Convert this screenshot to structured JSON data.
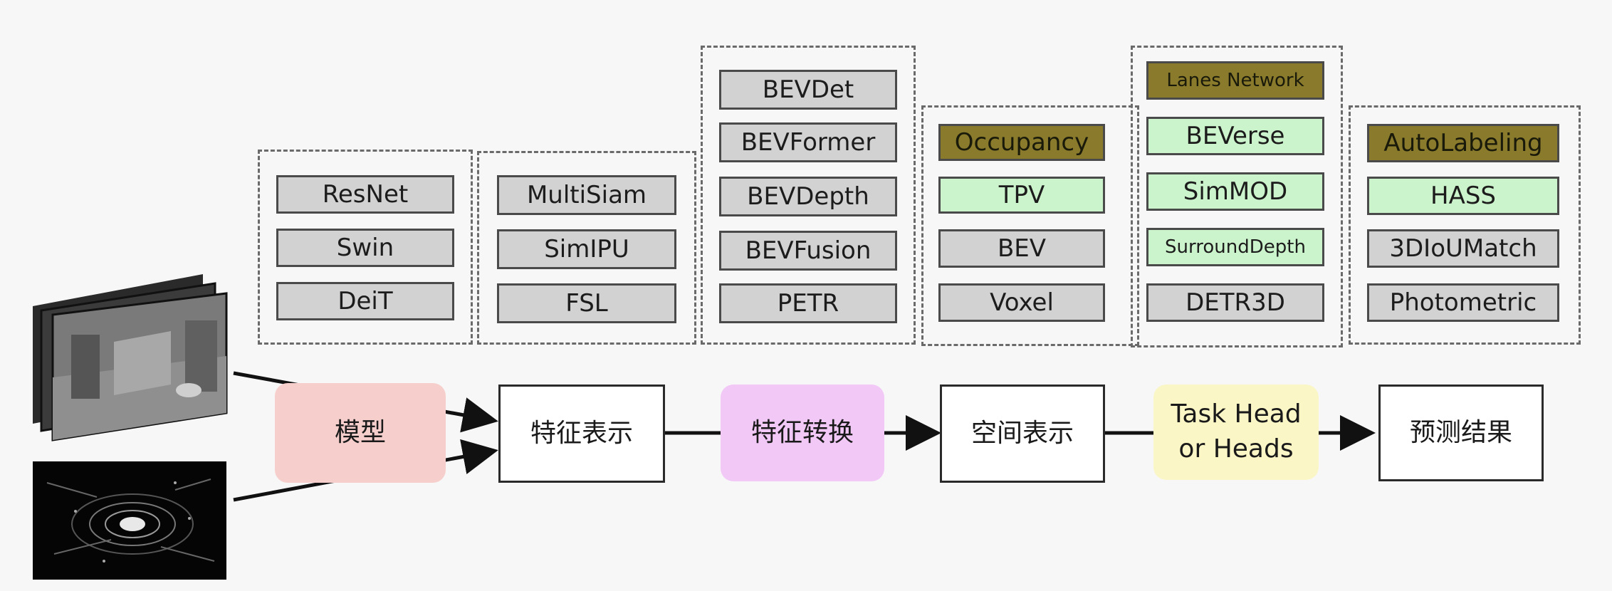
{
  "groups": {
    "backbone": [
      "ResNet",
      "Swin",
      "DeiT"
    ],
    "pretrain": [
      "MultiSiam",
      "SimIPU",
      "FSL"
    ],
    "bev": [
      "BEVDet",
      "BEVFormer",
      "BEVDepth",
      "BEVFusion",
      "PETR"
    ],
    "representation": [
      "Occupancy",
      "TPV",
      "BEV",
      "Voxel"
    ],
    "heads": [
      "Lanes Network",
      "BEVerse",
      "SimMOD",
      "SurroundDepth",
      "DETR3D"
    ],
    "labeling": [
      "AutoLabeling",
      "HASS",
      "3DIoUMatch",
      "Photometric"
    ]
  },
  "pipeline": {
    "model": "模型",
    "feature_repr": "特征表示",
    "feature_transform": "特征转换",
    "spatial_repr": "空间表示",
    "task_head_line1": "Task Head",
    "task_head_line2": "or Heads",
    "prediction": "预测结果"
  },
  "colors": {
    "gray_tag": "#d2d2d2",
    "green_tag": "#ccf4cc",
    "olive_tag": "#8a7a2c",
    "model_fill": "#f6cfcc",
    "transform_fill": "#f2c8f6",
    "task_head_fill": "#fbf6c6"
  }
}
